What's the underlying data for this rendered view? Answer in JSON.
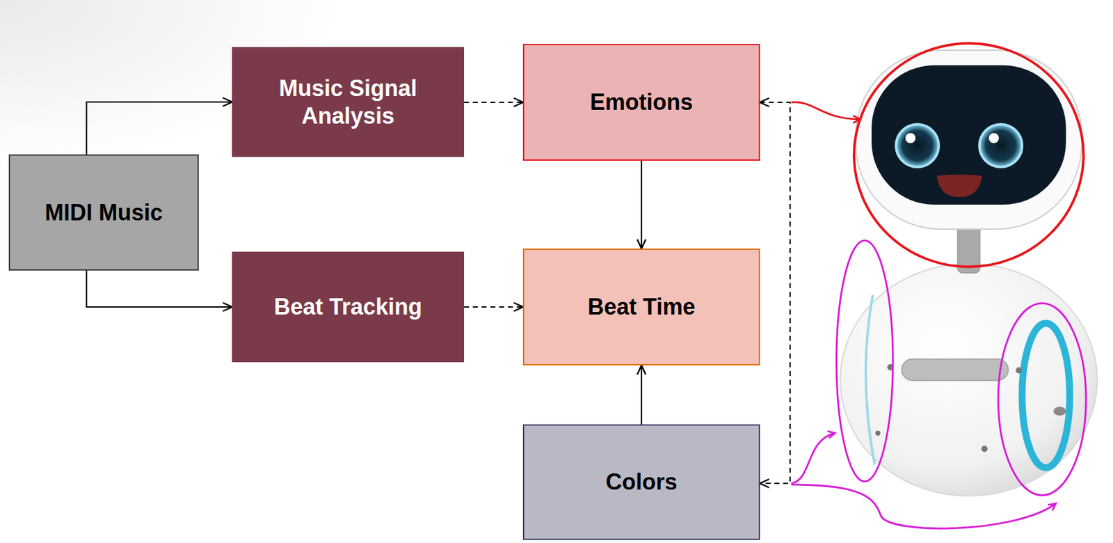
{
  "diagram": {
    "nodes": [
      {
        "text": [
          "MIDI Music"
        ]
      },
      {
        "text": [
          "Music Signal Analysis"
        ]
      },
      {
        "text": [
          "Beat Tracking"
        ]
      },
      {
        "text": [
          "Emotions"
        ]
      },
      {
        "text": [
          "Beat Time"
        ]
      },
      {
        "text": [
          "Colors"
        ]
      }
    ],
    "edges": [
      {
        "from": 0,
        "to": 1,
        "arrow": "to"
      },
      {
        "from": 0,
        "to": 2,
        "arrow": "to"
      },
      {
        "from": 1,
        "to": 3,
        "arrow": "to"
      },
      {
        "from": 2,
        "to": 4,
        "arrow": "to"
      },
      {
        "from": 3,
        "to": 4,
        "arrow": "to"
      },
      {
        "from": 5,
        "to": 4,
        "arrow": "to"
      },
      {
        "from": 3,
        "to": 5,
        "arrow": "both"
      }
    ]
  }
}
